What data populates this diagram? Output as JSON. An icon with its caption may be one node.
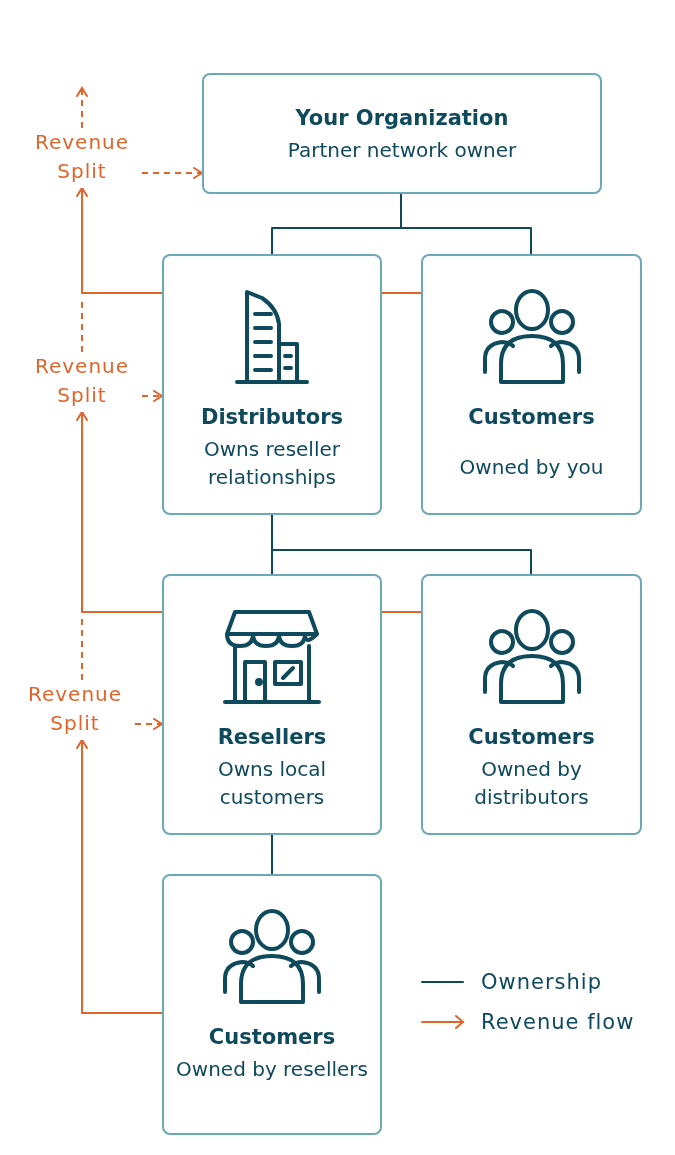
{
  "diagram": {
    "nodes": [
      {
        "text": [
          "Your Organization",
          "Partner network owner"
        ]
      },
      {
        "text": [
          "Distributors",
          "Owns reseller relationships"
        ]
      },
      {
        "text": [
          "Customers",
          "Owned by you"
        ]
      },
      {
        "text": [
          "Resellers",
          "Owns local customers"
        ]
      },
      {
        "text": [
          "Customers",
          "Owned by distributors"
        ]
      },
      {
        "text": [
          "Customers",
          "Owned by resellers"
        ]
      },
      {
        "text": [
          "Revenue Split"
        ]
      },
      {
        "text": [
          "Revenue Split"
        ]
      },
      {
        "text": [
          "Revenue Split"
        ]
      }
    ],
    "edges": [
      {
        "from": 0,
        "to": 1,
        "arrow": "none",
        "color": "#0e4a5c"
      },
      {
        "from": 0,
        "to": 2,
        "arrow": "none",
        "color": "#0e4a5c"
      },
      {
        "from": 2,
        "to": 1,
        "arrow": "none"
      },
      {
        "from": 1,
        "to": 6,
        "arrow": "to"
      },
      {
        "from": 6,
        "to": 0,
        "arrow": "to",
        "style": "dashed"
      },
      {
        "from": 6,
        "to": null,
        "arrow": "to",
        "style": "dashed"
      },
      {
        "from": 1,
        "to": 3,
        "arrow": "none",
        "color": "#0e4a5c"
      },
      {
        "from": 1,
        "to": 4,
        "arrow": "none",
        "color": "#0e4a5c"
      },
      {
        "from": 4,
        "to": 3,
        "arrow": "none"
      },
      {
        "from": 3,
        "to": 7,
        "arrow": "to"
      },
      {
        "from": 7,
        "to": 1,
        "arrow": "to",
        "style": "dashed"
      },
      {
        "from": 7,
        "to": null,
        "arrow": "none",
        "style": "dashed"
      },
      {
        "from": 3,
        "to": 5,
        "arrow": "none",
        "color": "#0e4a5c"
      },
      {
        "from": 5,
        "to": 8,
        "arrow": "to"
      },
      {
        "from": 8,
        "to": 3,
        "arrow": "to",
        "style": "dashed"
      },
      {
        "from": 8,
        "to": null,
        "arrow": "none",
        "style": "dashed"
      }
    ],
    "legend": [
      {
        "text": "Ownership"
      },
      {
        "text": "Revenue flow"
      }
    ]
  }
}
